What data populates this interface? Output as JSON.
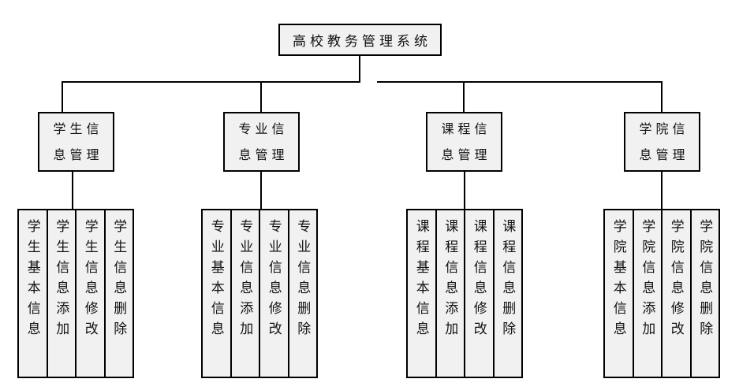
{
  "diagram": {
    "title": "高校教务管理系统",
    "colors": {
      "background": "#ffffff",
      "box_fill": "#f1f1f1",
      "border": "#000000",
      "text": "#111111"
    },
    "branches": [
      {
        "label": "学生信息管理",
        "lines": [
          "学生信",
          "息管理"
        ],
        "children": [
          "学生基本信息",
          "学生信息添加",
          "学生信息修改",
          "学生信息删除"
        ]
      },
      {
        "label": "专业信息管理",
        "lines": [
          "专业信",
          "息管理"
        ],
        "children": [
          "专业基本信息",
          "专业信息添加",
          "专业信息修改",
          "专业信息删除"
        ]
      },
      {
        "label": "课程信息管理",
        "lines": [
          "课程信",
          "息管理"
        ],
        "children": [
          "课程基本信息",
          "课程信息添加",
          "课程信息修改",
          "课程信息删除"
        ]
      },
      {
        "label": "学院信息管理",
        "lines": [
          "学院信",
          "息管理"
        ],
        "children": [
          "学院基本信息",
          "学院信息添加",
          "学院信息修改",
          "学院信息删除"
        ]
      }
    ]
  }
}
